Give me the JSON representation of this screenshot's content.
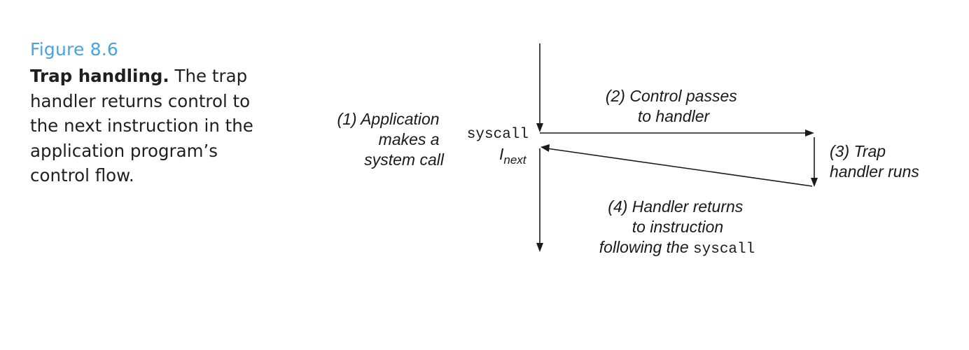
{
  "caption": {
    "figure_label": "Figure 8.6",
    "title": "Trap handling.",
    "body": " The trap handler returns control to the next instruction in the application program’s control flow."
  },
  "diagram": {
    "step1": [
      "(1) Application",
      "makes a",
      "system call"
    ],
    "step2": [
      "(2) Control passes",
      "to handler"
    ],
    "step3": [
      "(3) Trap",
      "handler runs"
    ],
    "step4": [
      "(4) Handler returns",
      "to instruction"
    ],
    "step4_last_prefix": "following the ",
    "step4_last_code": "syscall",
    "syscall_label": "syscall",
    "inext_main": "I",
    "inext_sub": "next"
  }
}
